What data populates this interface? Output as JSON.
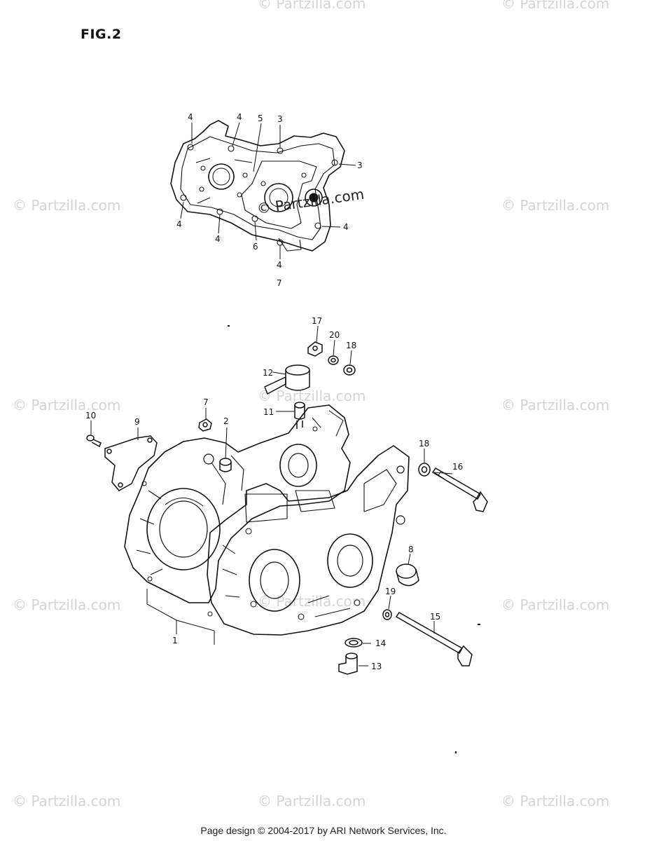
{
  "figure": {
    "title": "FIG.2"
  },
  "watermark": {
    "text": "© Partzilla.com",
    "color": "#d4d4d4",
    "inline_color": "#222222"
  },
  "footer": {
    "text": "Page design © 2004-2017 by ARI Network Services, Inc."
  },
  "callouts": {
    "c1": "1",
    "c2": "2",
    "c3a": "3",
    "c3b": "3",
    "c4a": "4",
    "c4b": "4",
    "c4c": "4",
    "c4d": "4",
    "c4e": "4",
    "c4f": "4",
    "c5": "5",
    "c6": "6",
    "c7a": "7",
    "c7b": "7",
    "c8": "8",
    "c9": "9",
    "c10": "10",
    "c11": "11",
    "c12": "12",
    "c13": "13",
    "c14": "14",
    "c15": "15",
    "c16": "16",
    "c17": "17",
    "c18a": "18",
    "c18b": "18",
    "c19": "19",
    "c20": "20"
  }
}
